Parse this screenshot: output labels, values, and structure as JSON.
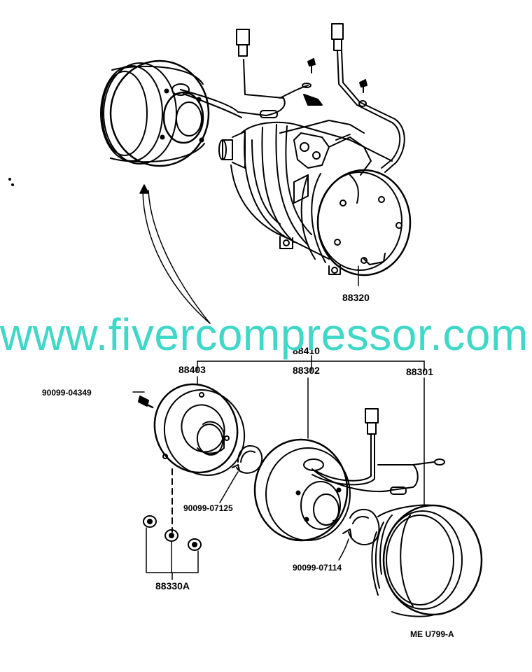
{
  "watermark": "www.fivercompressor.com",
  "colors": {
    "line": "#000000",
    "watermark": "#3fd8c8",
    "background": "#ffffff"
  },
  "parts": {
    "compressor": "88320",
    "clutch_assembly": "88410",
    "pressure_plate": "88403",
    "stator": "88302",
    "pulley": "88301",
    "shim_set": "88330A",
    "bolt": "90099-04349",
    "snap_ring_small": "90099-07125",
    "snap_ring_large": "90099-07114"
  },
  "diagram_code": "ME U799-A"
}
